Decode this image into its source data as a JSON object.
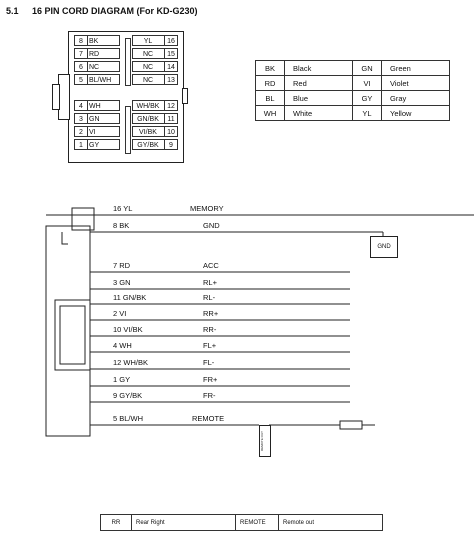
{
  "title": {
    "number": "5.1",
    "text": "16 PIN CORD DIAGRAM (For KD-G230)"
  },
  "connector": {
    "left_pins": [
      {
        "pin": "8",
        "code": "BK"
      },
      {
        "pin": "7",
        "code": "RD"
      },
      {
        "pin": "6",
        "code": "NC"
      },
      {
        "pin": "5",
        "code": "BL/WH"
      },
      {
        "pin": "4",
        "code": "WH"
      },
      {
        "pin": "3",
        "code": "GN"
      },
      {
        "pin": "2",
        "code": "VI"
      },
      {
        "pin": "1",
        "code": "GY"
      }
    ],
    "right_pins": [
      {
        "pin": "16",
        "code": "YL"
      },
      {
        "pin": "15",
        "code": "NC"
      },
      {
        "pin": "14",
        "code": "NC"
      },
      {
        "pin": "13",
        "code": "NC"
      },
      {
        "pin": "12",
        "code": "WH/BK"
      },
      {
        "pin": "11",
        "code": "GN/BK"
      },
      {
        "pin": "10",
        "code": "VI/BK"
      },
      {
        "pin": "9",
        "code": "GY/BK"
      }
    ]
  },
  "legend": [
    {
      "c1": "BK",
      "n1": "Black",
      "c2": "GN",
      "n2": "Green"
    },
    {
      "c1": "RD",
      "n1": "Red",
      "c2": "VI",
      "n2": "Violet"
    },
    {
      "c1": "BL",
      "n1": "Blue",
      "c2": "GY",
      "n2": "Gray"
    },
    {
      "c1": "WH",
      "n1": "White",
      "c2": "YL",
      "n2": "Yellow"
    }
  ],
  "wires": [
    {
      "label": "16  YL",
      "func": "MEMORY"
    },
    {
      "label": "8  BK",
      "func": "GND"
    },
    {
      "label": "7  RD",
      "func": "ACC"
    },
    {
      "label": "3  GN",
      "func": "RL+"
    },
    {
      "label": "11  GN/BK",
      "func": "RL-"
    },
    {
      "label": "2  VI",
      "func": "RR+"
    },
    {
      "label": "10  VI/BK",
      "func": "RR-"
    },
    {
      "label": "4  WH",
      "func": "FL+"
    },
    {
      "label": "12  WH/BK",
      "func": "FL-"
    },
    {
      "label": "1  GY",
      "func": "FR+"
    },
    {
      "label": "9  GY/BK",
      "func": "FR-"
    },
    {
      "label": "5  BL/WH",
      "func": "REMOTE"
    }
  ],
  "gnd_box": "GND",
  "remote_box": "REMOTE OUT",
  "bottom_table": {
    "c1": "RR",
    "n1": "Rear Right",
    "c2": "REMOTE",
    "n2": "Remote out"
  }
}
